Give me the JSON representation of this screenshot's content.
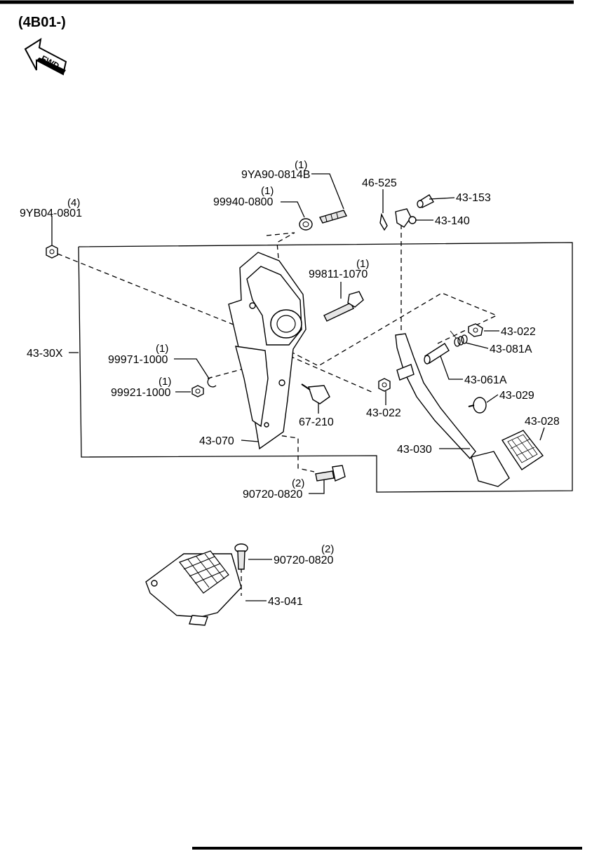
{
  "header": {
    "code": "(4B01-)",
    "fwd_label": "FWD"
  },
  "parts": {
    "p_9yb04": {
      "qty": "(4)",
      "num": "9YB04-0801"
    },
    "p_9ya90": {
      "qty": "(1)",
      "num": "9YA90-0814B"
    },
    "p_99940": {
      "qty": "(1)",
      "num": "99940-0800"
    },
    "p_46525": {
      "num": "46-525"
    },
    "p_43153": {
      "num": "43-153"
    },
    "p_43140": {
      "num": "43-140"
    },
    "p_99811": {
      "qty": "(1)",
      "num": "99811-1070"
    },
    "p_4330x": {
      "num": "43-30X"
    },
    "p_99971": {
      "qty": "(1)",
      "num": "99971-1000"
    },
    "p_99921": {
      "qty": "(1)",
      "num": "99921-1000"
    },
    "p_43022a": {
      "num": "43-022"
    },
    "p_43081a": {
      "num": "43-081A"
    },
    "p_43061a": {
      "num": "43-061A"
    },
    "p_43029": {
      "num": "43-029"
    },
    "p_43022b": {
      "num": "43-022"
    },
    "p_67210": {
      "num": "67-210"
    },
    "p_43028": {
      "num": "43-028"
    },
    "p_43070": {
      "num": "43-070"
    },
    "p_43030": {
      "num": "43-030"
    },
    "p_90720a": {
      "qty": "(2)",
      "num": "90720-0820"
    },
    "p_90720b": {
      "qty": "(2)",
      "num": "90720-0820"
    },
    "p_43041": {
      "num": "43-041"
    }
  }
}
